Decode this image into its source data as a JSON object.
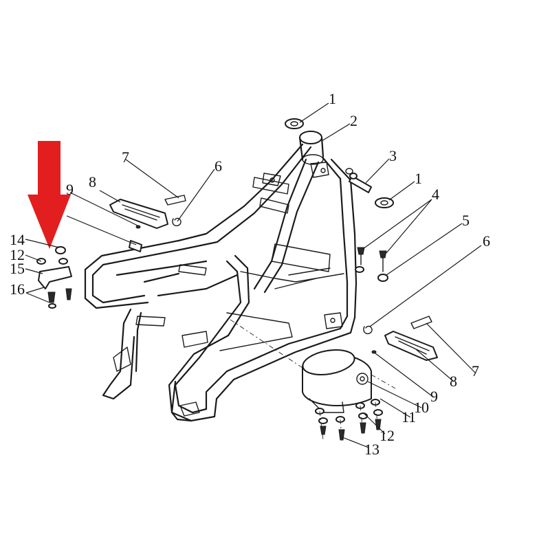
{
  "diagram": {
    "arrow_color": "#e21e1e",
    "line_color": "#1a1a1a",
    "callouts": [
      {
        "id": "c1a",
        "label": "1"
      },
      {
        "id": "c1b",
        "label": "1"
      },
      {
        "id": "c2",
        "label": "2"
      },
      {
        "id": "c3",
        "label": "3"
      },
      {
        "id": "c4",
        "label": "4"
      },
      {
        "id": "c5",
        "label": "5"
      },
      {
        "id": "c6a",
        "label": "6"
      },
      {
        "id": "c6b",
        "label": "6"
      },
      {
        "id": "c7a",
        "label": "7"
      },
      {
        "id": "c7b",
        "label": "7"
      },
      {
        "id": "c8a",
        "label": "8"
      },
      {
        "id": "c8b",
        "label": "8"
      },
      {
        "id": "c9a",
        "label": "9"
      },
      {
        "id": "c9b",
        "label": "9"
      },
      {
        "id": "c10",
        "label": "10"
      },
      {
        "id": "c11",
        "label": "11"
      },
      {
        "id": "c12a",
        "label": "12"
      },
      {
        "id": "c12b",
        "label": "12"
      },
      {
        "id": "c13",
        "label": "13"
      },
      {
        "id": "c14",
        "label": "14"
      },
      {
        "id": "c15",
        "label": "15"
      },
      {
        "id": "c16",
        "label": "16"
      }
    ]
  }
}
